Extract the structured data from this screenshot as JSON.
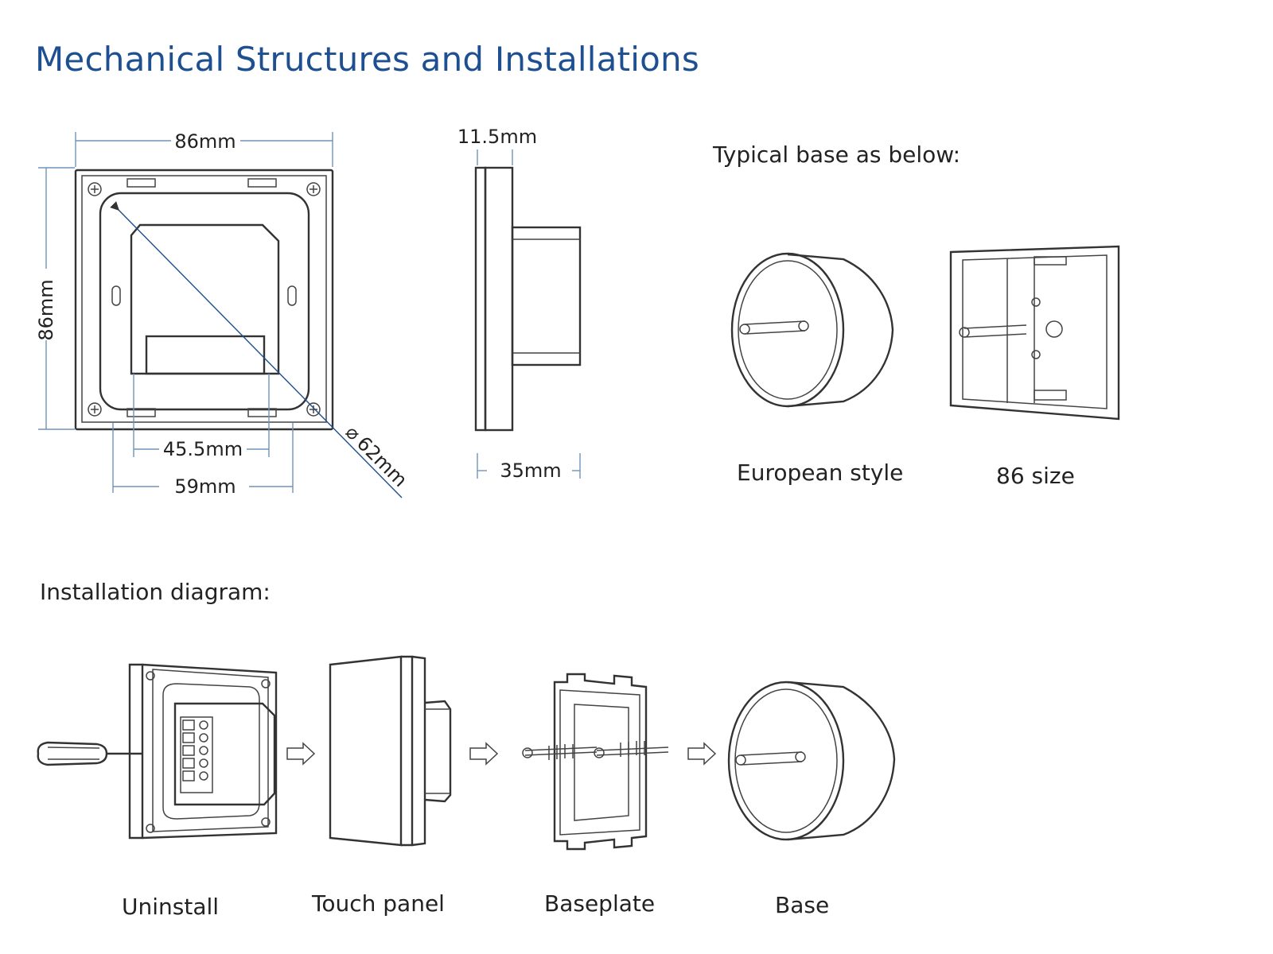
{
  "title": "Mechanical Structures and Installations",
  "dimensions": {
    "width": "86mm",
    "height": "86mm",
    "inner": "45.5mm",
    "outer": "59mm",
    "diameter": "62mm",
    "diameter_symbol": "⌀",
    "thickness": "11.5mm",
    "depth": "35mm"
  },
  "typical_base": {
    "heading": "Typical base as below:",
    "european_label": "European style",
    "size86_label": "86 size"
  },
  "installation": {
    "heading": "Installation diagram:",
    "steps": [
      "Uninstall",
      "Touch panel",
      "Baseplate",
      "Base"
    ]
  },
  "colors": {
    "title": "#1d4f91",
    "dimension_lines": "#6f93b8",
    "drawing_lines": "#333333"
  }
}
